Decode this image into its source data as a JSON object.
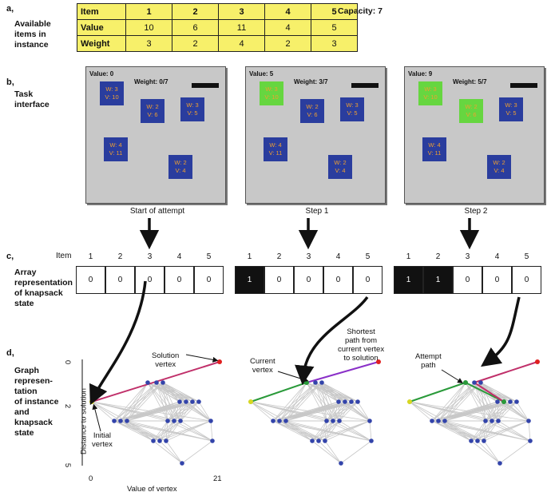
{
  "panels": {
    "a": {
      "letter": "a,",
      "label": [
        "Available",
        "items in",
        "instance"
      ]
    },
    "b": {
      "letter": "b,",
      "label": [
        "Task",
        "interface"
      ]
    },
    "c": {
      "letter": "c,",
      "label": [
        "Array",
        "representation",
        "of knapsack",
        "state"
      ]
    },
    "d": {
      "letter": "d,",
      "label": [
        "Graph",
        "represen-",
        "tation",
        "of instance",
        "and",
        "knapsack",
        "state"
      ]
    }
  },
  "items_table": {
    "header": [
      "Item",
      "1",
      "2",
      "3",
      "4",
      "5"
    ],
    "rows": [
      [
        "Value",
        "10",
        "6",
        "11",
        "4",
        "5"
      ],
      [
        "Weight",
        "3",
        "2",
        "4",
        "2",
        "3"
      ]
    ]
  },
  "capacity": "Capacity: 7",
  "screens": [
    {
      "value": "Value: 0",
      "weight": "Weight: 0/7",
      "caption": "Start of attempt",
      "selected": []
    },
    {
      "value": "Value: 5",
      "weight": "Weight: 3/7",
      "caption": "Step 1",
      "selected": [
        1
      ]
    },
    {
      "value": "Value: 9",
      "weight": "Weight: 5/7",
      "caption": "Step 2",
      "selected": [
        1,
        2
      ]
    }
  ],
  "tiles": [
    {
      "id": 1,
      "w": "W: 3",
      "v": "V: 10"
    },
    {
      "id": 2,
      "w": "W: 2",
      "v": "V: 6"
    },
    {
      "id": 3,
      "w": "W: 3",
      "v": "V: 5"
    },
    {
      "id": 4,
      "w": "W: 4",
      "v": "V: 11"
    },
    {
      "id": 5,
      "w": "W: 2",
      "v": "V: 4"
    }
  ],
  "array": {
    "item_label": "Item",
    "indices": [
      "1",
      "2",
      "3",
      "4",
      "5"
    ],
    "states": [
      [
        "0",
        "0",
        "0",
        "0",
        "0"
      ],
      [
        "1",
        "0",
        "0",
        "0",
        "0"
      ],
      [
        "1",
        "1",
        "0",
        "0",
        "0"
      ]
    ]
  },
  "graph": {
    "y_label": "Distance to solution",
    "x_label": "Value of vertex",
    "x_ticks": [
      "0",
      "21"
    ],
    "y_ticks": [
      "0",
      "2",
      "5"
    ],
    "annotations": {
      "solution": [
        "Solution",
        "vertex"
      ],
      "initial": [
        "Initial",
        "vertex"
      ],
      "current": [
        "Current",
        "vertex"
      ],
      "shortest": [
        "Shortest",
        "path from",
        "current vertex",
        "to solution"
      ],
      "attempt": [
        "Attempt",
        "path"
      ]
    },
    "colors": {
      "solution": "#e02020",
      "initial": "#d8d820",
      "vertex": "#3344aa",
      "current": "#2a9a3a",
      "path_shortest": "#c0306a",
      "path_attempt": "#2a9a3a",
      "edge": "#c8c8c8"
    }
  }
}
